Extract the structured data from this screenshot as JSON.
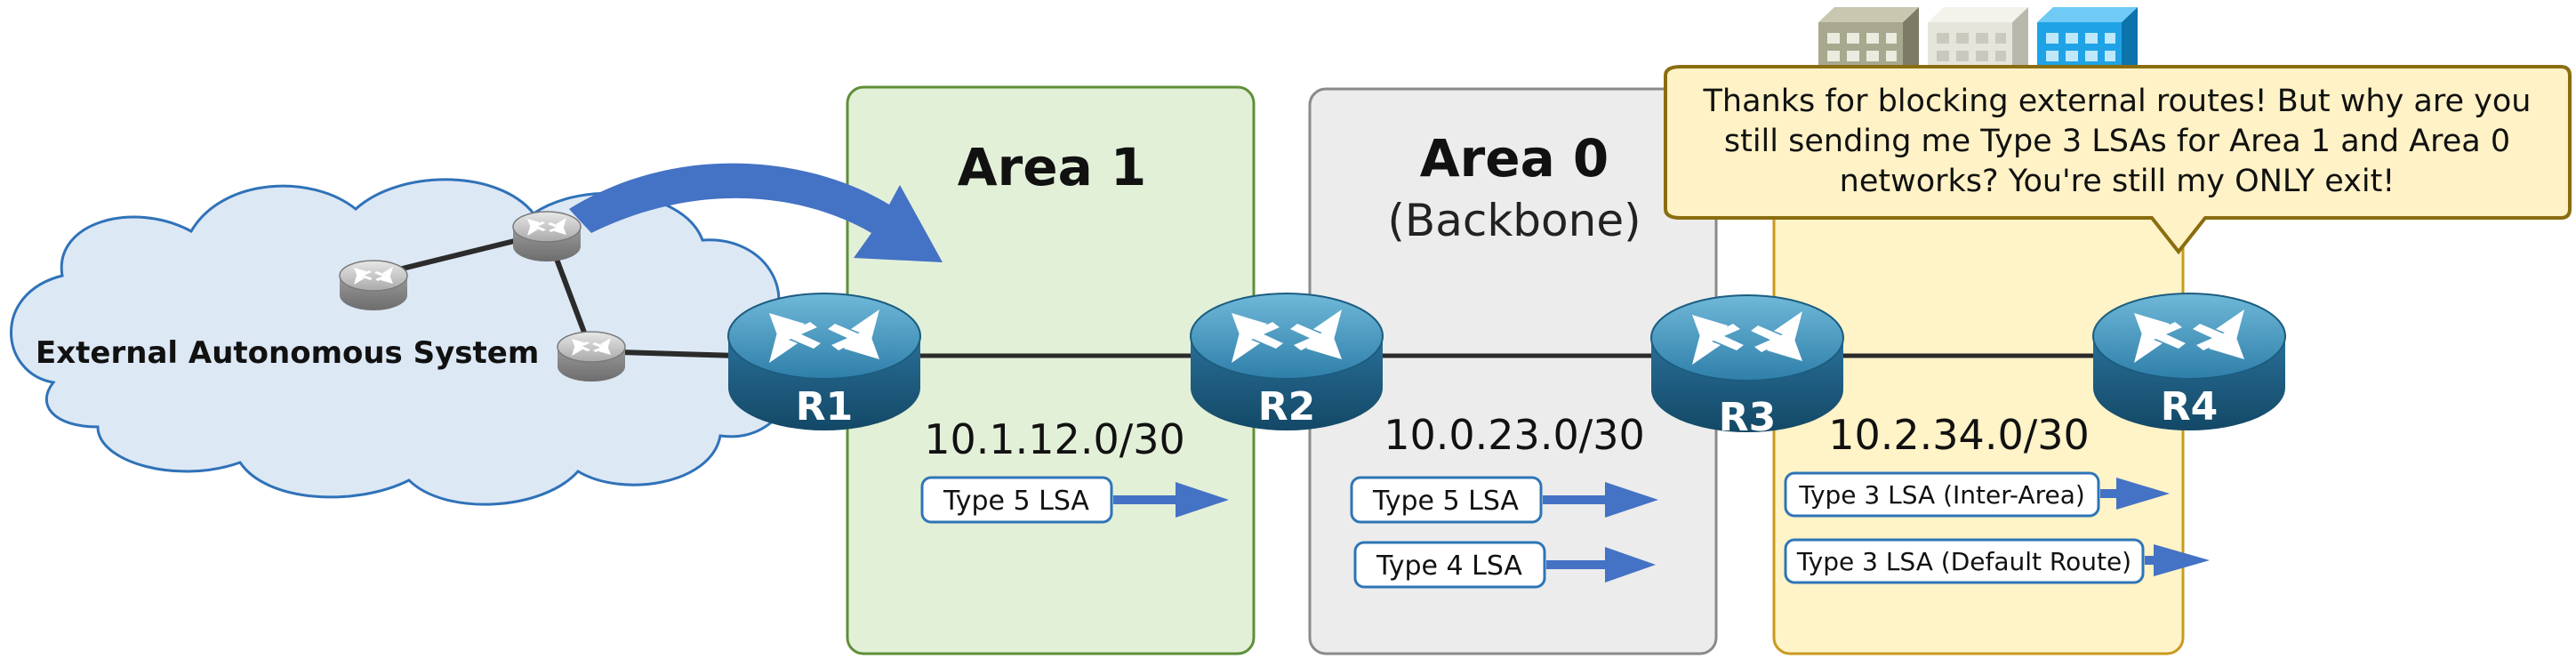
{
  "external_as": {
    "label": "External Autonomous System"
  },
  "areas": {
    "area1": {
      "title": "Area 1",
      "color": "#e3f0d8",
      "border": "#5f8f3a"
    },
    "area0": {
      "title": "Area 0",
      "subtitle": "(Backbone)",
      "color": "#ececec",
      "border": "#8a8a8a"
    },
    "area2": {
      "color": "#fff3c8",
      "border": "#c99a1e"
    }
  },
  "routers": [
    {
      "label": "R1"
    },
    {
      "label": "R2"
    },
    {
      "label": "R3"
    },
    {
      "label": "R4"
    }
  ],
  "subnets": {
    "r1_r2": "10.1.12.0/30",
    "r2_r3": "10.0.23.0/30",
    "r3_r4": "10.2.34.0/30"
  },
  "lsa_tags": {
    "area1_type5": "Type 5 LSA",
    "area0_type5": "Type 5 LSA",
    "area0_type4": "Type 4 LSA",
    "area2_type3_inter": "Type 3 LSA (Inter-Area)",
    "area2_type3_default": "Type 3 LSA (Default Route)"
  },
  "speech_bubble": {
    "line1": "Thanks for blocking external routes! But why are you",
    "line2": "still sending me Type 3 LSAs for Area 1 and Area 0",
    "line3": "networks? You're still my ONLY exit!"
  },
  "colors": {
    "cloud_fill": "#dde8f5",
    "cloud_stroke": "#2f72b8",
    "arrow_blue": "#4472c4",
    "tag_border": "#2e75b6",
    "bubble_fill": "#fff2c6",
    "bubble_border": "#8a6d10",
    "router_top": "#4c9bc4",
    "router_side": "#1f5f88"
  },
  "icons": [
    "router-icon",
    "building-icon",
    "arrow-icon"
  ]
}
